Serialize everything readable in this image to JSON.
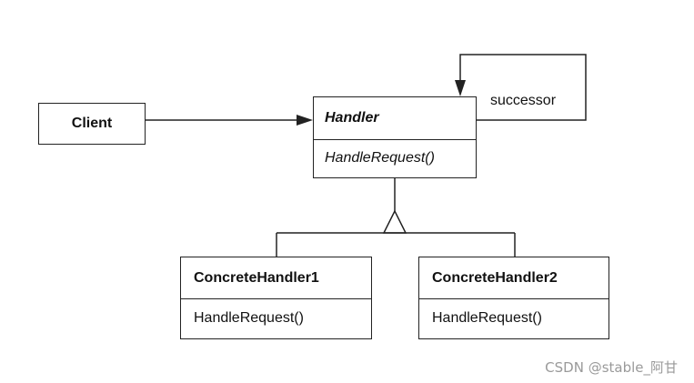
{
  "diagram": {
    "client": {
      "title": "Client"
    },
    "handler": {
      "title": "Handler",
      "method": "HandleRequest()"
    },
    "successor": {
      "label": "successor"
    },
    "concrete1": {
      "title": "ConcreteHandler1",
      "method": "HandleRequest()"
    },
    "concrete2": {
      "title": "ConcreteHandler2",
      "method": "HandleRequest()"
    }
  },
  "watermark": {
    "text": "CSDN @stable_阿甘"
  },
  "colors": {
    "line": "#222222",
    "watermark": "#9a9a9a"
  }
}
